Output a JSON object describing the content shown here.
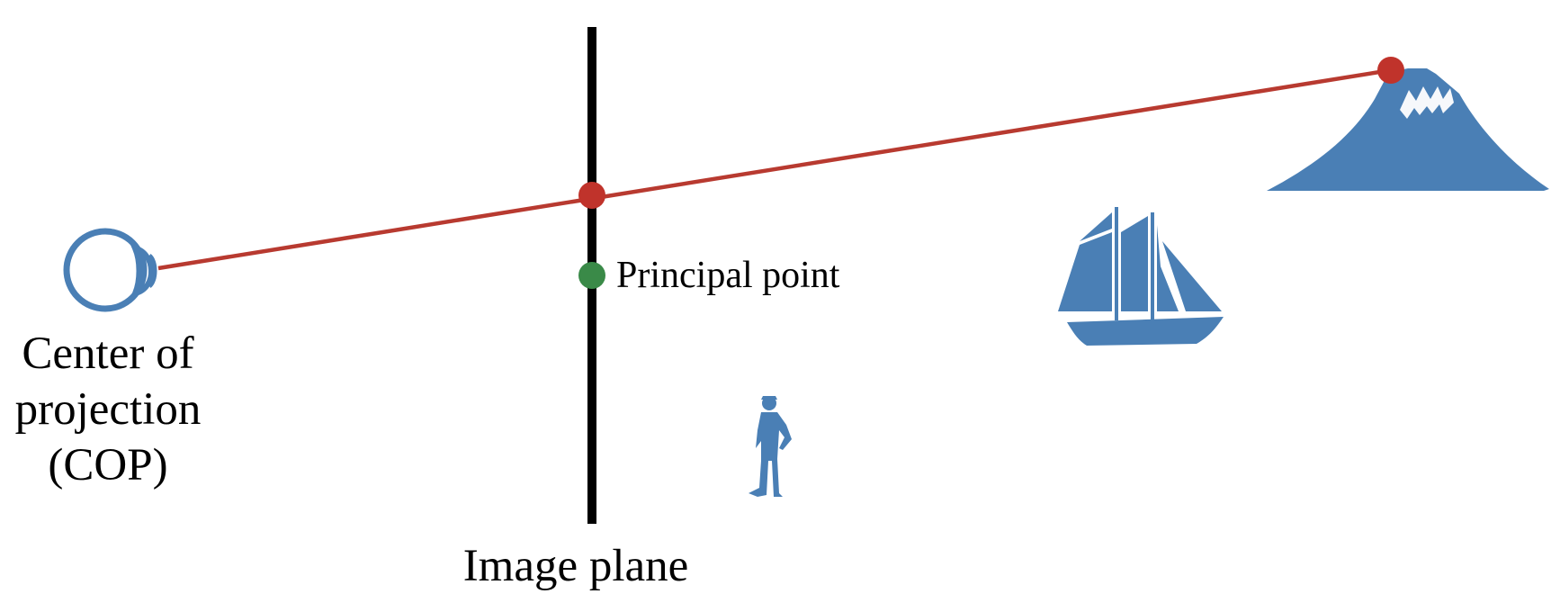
{
  "labels": {
    "principal_point": "Principal point",
    "center_of_projection": [
      "Center of",
      "projection",
      "(COP)"
    ],
    "image_plane": "Image plane"
  },
  "colors": {
    "ray": "#b83a30",
    "ray_point": "#c0332b",
    "principal_point": "#3a8a48",
    "image_plane": "#000000",
    "objects": "#4a7fb5",
    "text": "#000000"
  },
  "icons": {
    "viewer": "eye-icon",
    "objects": [
      "mountain-icon",
      "sailboat-icon",
      "person-icon"
    ]
  }
}
